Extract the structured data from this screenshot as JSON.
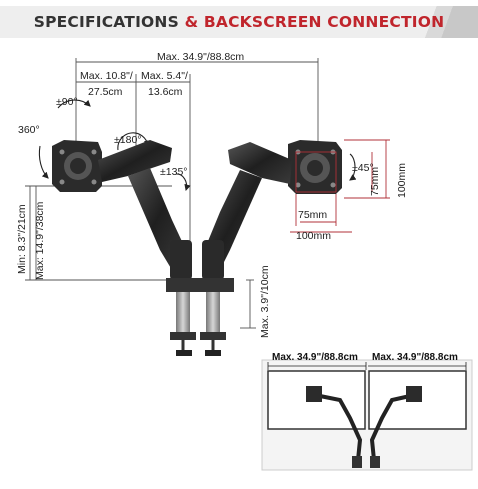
{
  "header": {
    "title_part1": "SPECIFICATIONS",
    "title_amp": "&",
    "title_part2": "BACKSCREEN CONNECTION"
  },
  "dimensions": {
    "max_width_top": "Max. 34.9\"/88.8cm",
    "max_left_arm": "Max. 10.8\"/",
    "max_left_arm_cm": "27.5cm",
    "max_offset": "Max. 5.4\"/",
    "max_offset_cm": "13.6cm",
    "tilt": "±90°",
    "rotate_360": "360°",
    "swivel_180": "±180°",
    "swivel_135": "±135°",
    "tilt_45": "±45°",
    "vesa_h_75": "75mm",
    "vesa_w_75": "75mm",
    "vesa_w_100": "100mm",
    "vesa_h_100": "100mm",
    "height_range": "Min: 8.3\"/21cm",
    "height_max": "Max: 14.9\"/38cm",
    "clamp_thickness": "Max. 3.9\"/10cm"
  },
  "inset": {
    "left_width": "Max. 34.9\"/88.8cm",
    "right_width": "Max. 34.9\"/88.8cm"
  },
  "colors": {
    "accent_red": "#c0252c",
    "dark_text": "#333333",
    "header_band": "#eeeeee"
  }
}
